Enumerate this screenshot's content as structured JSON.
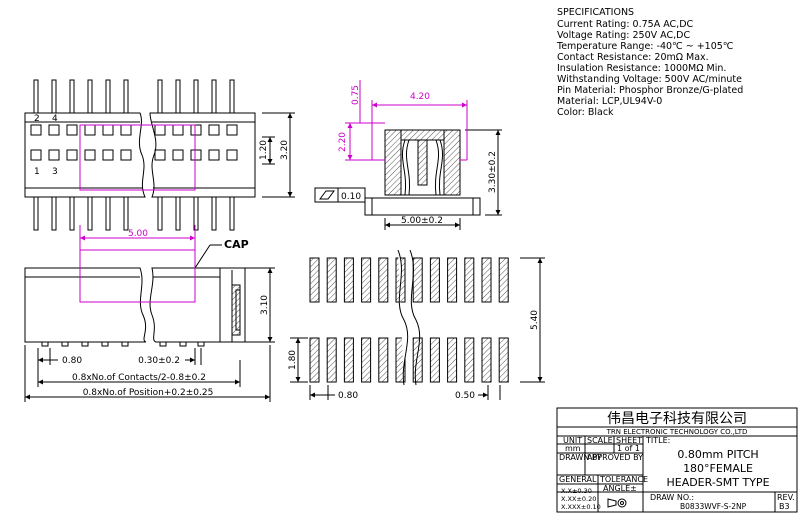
{
  "specs": {
    "heading": "SPECIFICATIONS",
    "lines": [
      "Current Rating: 0.75A AC,DC",
      "Voltage Rating: 250V AC,DC",
      "Temperature Range: -40℃ ~ +105℃",
      "Contact Resistance: 20mΩ Max.",
      "Insulation Resistance: 1000MΩ Min.",
      "Withstanding Voltage: 500V AC/minute",
      "Pin Material: Phosphor Bronze/G-plated",
      "Material: LCP,UL94V-0",
      "Color: Black"
    ]
  },
  "top_view": {
    "pin_labels": {
      "p2": "2",
      "p4": "4",
      "p1": "1",
      "p3": "3"
    },
    "dim_height_inner": "1.20",
    "dim_height_outer": "3.20"
  },
  "side_view": {
    "dim_top_width": "4.20",
    "dim_top_offset": "0.75",
    "dim_left_height": "2.20",
    "dim_total_height": "3.30±0.2",
    "dim_base_width": "5.00±0.2",
    "flatness_value": "0.10"
  },
  "front_view": {
    "cap_label": "CAP",
    "dim_cap_width": "5.00",
    "dim_height": "3.10",
    "dim_pitch": "0.80",
    "dim_pin_width": "0.30±0.2",
    "dim_contacts": "0.8xNo.of Contacts/2-0.8±0.2",
    "dim_position": "0.8xNo.of Position+0.2±0.25"
  },
  "footprint": {
    "dim_total_height": "5.40",
    "dim_pad_height": "1.80",
    "dim_pitch": "0.80",
    "dim_pad_width": "0.50"
  },
  "title_block": {
    "company_cn": "伟昌电子科技有限公司",
    "company_en": "TRN ELECTRONIC TECHNOLOGY CO.,LTD",
    "unit_label": "UNIT",
    "unit_value": "mm",
    "scale_label": "SCALE",
    "sheet_label": "SHEET",
    "sheet_value": "1 of 1",
    "title_label": "TITLE:",
    "title_line1": "0.80mm PITCH",
    "title_line2": "180°FEMALE",
    "title_line3": "HEADER-SMT TYPE",
    "drawn_by_label": "DRAWN BY",
    "approved_by_label": "APPROVED BY",
    "general_label": "GENERAL",
    "tolerance_label": "TOLERANCE",
    "angle_label": "ANGLE±",
    "tol1": "X.X±0.30",
    "tol2": "X.XX±0.20",
    "tol3": "X.XXX±0.10",
    "draw_no_label": "DRAW NO.:",
    "draw_no_value": "B0833WVF-S-2NP",
    "rev_label": "REV.",
    "rev_value": "B3"
  },
  "colors": {
    "ink": "#000000",
    "dim_pink": "#cc00cc",
    "hatch": "#555555"
  }
}
